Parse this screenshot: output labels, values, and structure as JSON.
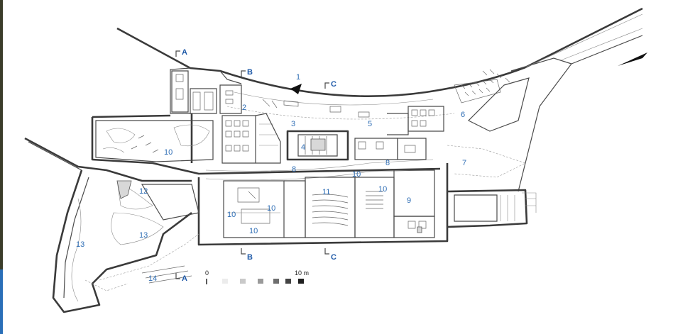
{
  "room_numbers": [
    "1",
    "2",
    "3",
    "4",
    "5",
    "6",
    "7",
    "8",
    "8",
    "9",
    "10",
    "10",
    "10",
    "10",
    "10",
    "10",
    "11",
    "12",
    "13",
    "13",
    "14"
  ],
  "section_markers": {
    "A_top": "A",
    "A_bottom": "A",
    "B_top": "B",
    "B_bottom": "B",
    "C_top": "C",
    "C_bottom": "C"
  },
  "scale_bar": {
    "start_label": "0",
    "end_label": "10 m",
    "swatches": [
      "#ececec",
      "#c9c9c9",
      "#9a9a9a",
      "#6e6e6e",
      "#444444",
      "#1f1f1f"
    ]
  },
  "colors": {
    "label_blue": "#2f6eb5",
    "section_blue": "#1f5aa8",
    "wall": "#3a3a3a",
    "edge_dark": "#3b3d2a",
    "edge_blue": "#2a6fb8"
  },
  "icons": [
    "north-arrow-icon",
    "entrance-arrow-icon"
  ]
}
